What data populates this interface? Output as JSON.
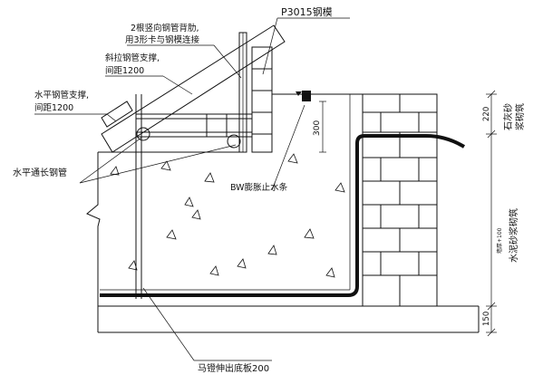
{
  "labels": {
    "steel_formwork": "P3015钢模",
    "vertical_pipe_line1": "2根竖向钢管背肋,",
    "vertical_pipe_line2": "用3形卡与钢模连接",
    "diagonal_brace_line1": "斜拉钢管支撑,",
    "diagonal_brace_line2": "间距1200",
    "horizontal_brace_line1": "水平钢管支撑,",
    "horizontal_brace_line2": "间距1200",
    "horizontal_long_pipe": "水平通长钢管",
    "waterstop_strip": "BW膨胀止水条",
    "rebar_stool": "马镫伸出底板200",
    "lime_mortar_line1": "石灰砂",
    "lime_mortar_line2": "浆砌筑",
    "cement_mortar": "水泥砂浆砌筑",
    "wall_thickness": "墙厚+100"
  },
  "dimensions": {
    "waterstop_height": "300",
    "upper_segment": "220",
    "base_segment": "150"
  },
  "colors": {
    "line": "#111111",
    "background": "#ffffff"
  }
}
